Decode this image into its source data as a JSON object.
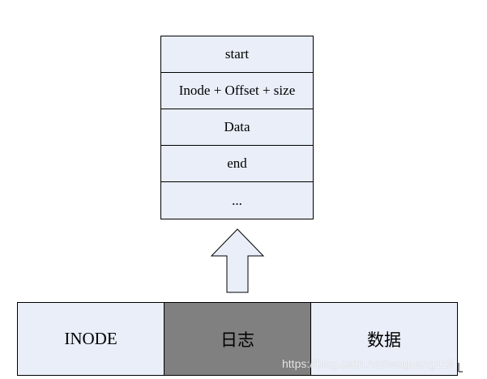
{
  "log_record_stack": {
    "cells": [
      {
        "label": "start"
      },
      {
        "label": "Inode + Offset + size"
      },
      {
        "label": "Data"
      },
      {
        "label": "end"
      },
      {
        "label": "..."
      }
    ]
  },
  "storage_bar": {
    "segments": [
      {
        "label": "INODE"
      },
      {
        "label": "日志"
      },
      {
        "label": "数据"
      }
    ]
  },
  "watermark": {
    "text": "https://blog.csdn.net/weiguang119"
  },
  "colors": {
    "cell_fill": "#e9eef8",
    "log_fill": "#808080",
    "border": "#000000"
  },
  "icons": {
    "arrow": "up-arrow-icon"
  }
}
